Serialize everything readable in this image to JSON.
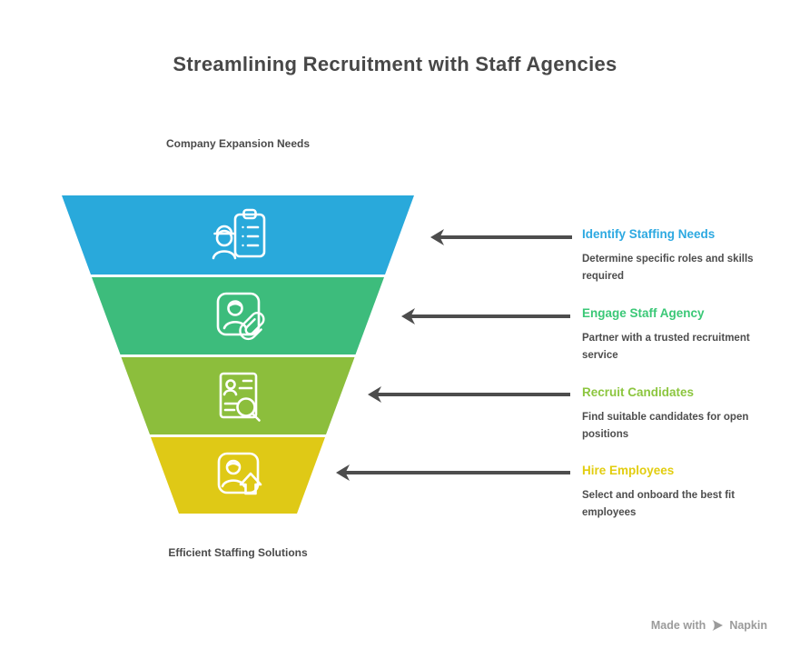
{
  "title": "Streamlining Recruitment with Staff Agencies",
  "funnel": {
    "top_label": "Company Expansion Needs",
    "bottom_label": "Efficient Staffing Solutions",
    "icon_color": "#FFFFFF",
    "segments": [
      {
        "name": "identify-staffing-needs",
        "color": "#29A9DB",
        "icon": "worker-checklist-icon"
      },
      {
        "name": "engage-staff-agency",
        "color": "#3DBC7C",
        "icon": "id-card-paperclip-icon"
      },
      {
        "name": "recruit-candidates",
        "color": "#8CBE3C",
        "icon": "resume-search-icon"
      },
      {
        "name": "hire-employees",
        "color": "#DFC916",
        "icon": "id-card-up-arrow-icon"
      }
    ]
  },
  "arrows": {
    "color": "#4D4D4D"
  },
  "steps": [
    {
      "heading": "Identify Staffing Needs",
      "heading_color": "#2DA9E1",
      "description": "Determine specific roles and skills required"
    },
    {
      "heading": "Engage Staff Agency",
      "heading_color": "#3BC877",
      "description": "Partner with a trusted recruitment service"
    },
    {
      "heading": "Recruit Candidates",
      "heading_color": "#8CC63F",
      "description": "Find suitable candidates for open positions"
    },
    {
      "heading": "Hire Employees",
      "heading_color": "#E2CD10",
      "description": "Select and onboard the best fit employees"
    }
  ],
  "footer": {
    "made_with": "Made with",
    "brand": "Napkin"
  }
}
